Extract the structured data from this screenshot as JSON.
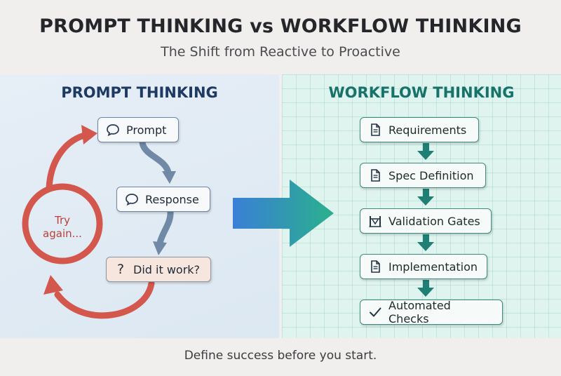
{
  "header": {
    "title": "PROMPT THINKING vs WORKFLOW THINKING",
    "subtitle": "The Shift from Reactive to Proactive"
  },
  "left_panel": {
    "heading": "PROMPT THINKING",
    "steps": [
      {
        "label": "Prompt",
        "icon": "speech-bubble-icon"
      },
      {
        "label": "Response",
        "icon": "speech-bubble-icon"
      },
      {
        "label": "Did it work?",
        "icon": "question-mark-icon"
      }
    ],
    "loop_label_line1": "Try",
    "loop_label_line2": "again...",
    "colors": {
      "loop": "#d3574d",
      "flow_arrow": "#6f89a6"
    }
  },
  "right_panel": {
    "heading": "WORKFLOW THINKING",
    "steps": [
      {
        "label": "Requirements",
        "icon": "document-icon"
      },
      {
        "label": "Spec Definition",
        "icon": "document-icon"
      },
      {
        "label": "Validation Gates",
        "icon": "gate-icon"
      },
      {
        "label": "Implementation",
        "icon": "document-icon"
      },
      {
        "label": "Automated Checks",
        "icon": "checkmark-icon"
      }
    ],
    "colors": {
      "step_arrow": "#1f7f74",
      "accent": "#17736a"
    }
  },
  "center_arrow": {
    "colors": [
      "#3a7fd6",
      "#2ab08d"
    ]
  },
  "footer": {
    "text": "Define success before you start."
  }
}
